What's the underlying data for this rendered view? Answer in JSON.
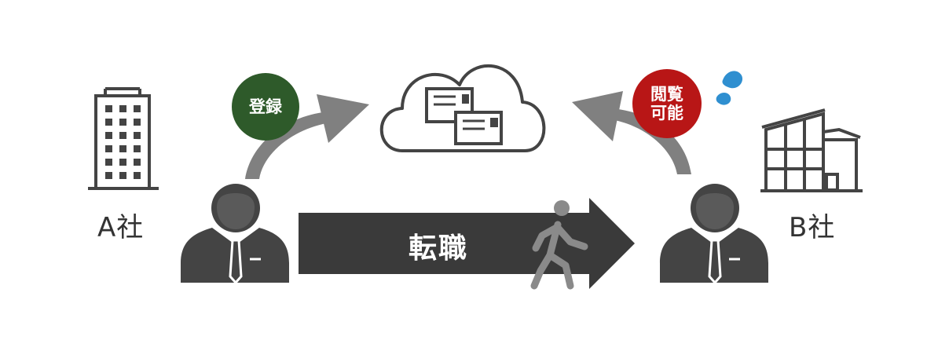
{
  "company_a": {
    "label": "A社"
  },
  "company_b": {
    "label": "B社"
  },
  "badge_register": {
    "label": "登録",
    "color": "#2e5a2a"
  },
  "badge_viewable": {
    "line1": "閲覧",
    "line2": "可能",
    "color": "#b81616"
  },
  "transfer": {
    "label": "転職",
    "color": "#3a3a3a"
  },
  "icons": {
    "building_a": "office-building-icon",
    "building_b": "factory-building-icon",
    "cloud": "cloud-icon",
    "person": "businessman-icon",
    "walker": "walking-person-icon",
    "sweat": "sweat-drops-icon",
    "documents": "resume-cards-icon"
  },
  "colors": {
    "icon_dark": "#444444",
    "arrow_gray": "#808080",
    "walker_gray": "#8a8a8a",
    "sweat_blue": "#2f8fd0"
  }
}
